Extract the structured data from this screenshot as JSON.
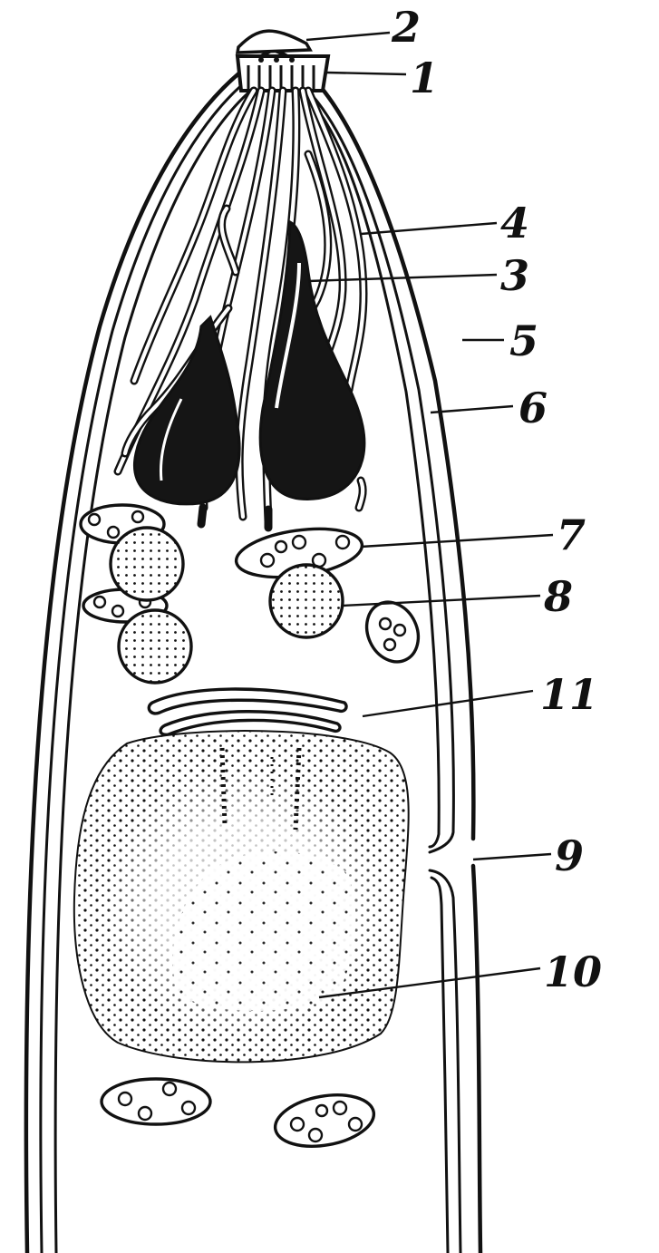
{
  "diagram": {
    "labels": [
      {
        "id": "label-2",
        "text": "2"
      },
      {
        "id": "label-1",
        "text": "1"
      },
      {
        "id": "label-4",
        "text": "4"
      },
      {
        "id": "label-3",
        "text": "3"
      },
      {
        "id": "label-5",
        "text": "5"
      },
      {
        "id": "label-6",
        "text": "6"
      },
      {
        "id": "label-7",
        "text": "7"
      },
      {
        "id": "label-8",
        "text": "8"
      },
      {
        "id": "label-11",
        "text": "11"
      },
      {
        "id": "label-9",
        "text": "9"
      },
      {
        "id": "label-10",
        "text": "10"
      }
    ],
    "colors": {
      "ink": "#111111",
      "background": "#ffffff"
    }
  }
}
